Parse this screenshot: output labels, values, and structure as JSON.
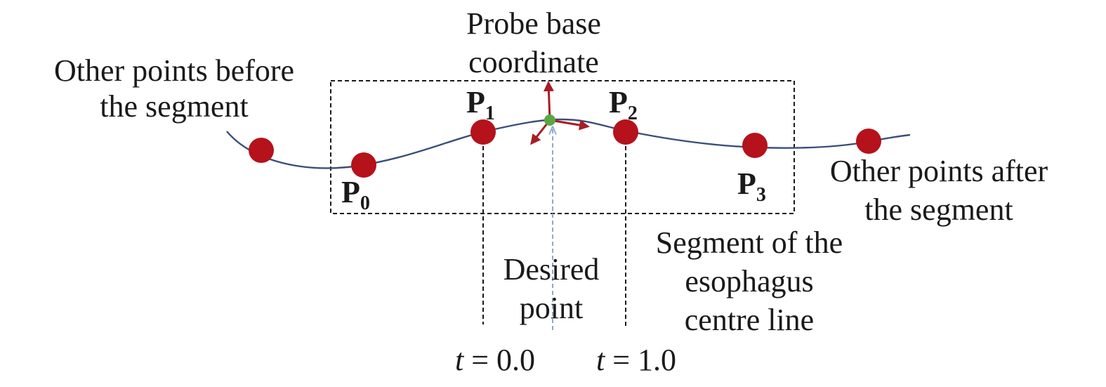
{
  "labels": {
    "before_line1": "Other points before",
    "before_line2": "the segment",
    "probe_line1": "Probe base",
    "probe_line2": "coordinate",
    "after_line1": "Other points after",
    "after_line2": "the segment",
    "segment_line1": "Segment of the",
    "segment_line2": "esophagus",
    "segment_line3": "centre line",
    "desired_line1": "Desired",
    "desired_line2": "point"
  },
  "points": [
    {
      "letter": "P",
      "sub": "0"
    },
    {
      "letter": "P",
      "sub": "1"
    },
    {
      "letter": "P",
      "sub": "2"
    },
    {
      "letter": "P",
      "sub": "3"
    }
  ],
  "params": [
    {
      "var": "t",
      "eq": " = 0.0"
    },
    {
      "var": "t",
      "eq": " = 1.0"
    }
  ],
  "colors": {
    "curve": "#3a4f7a",
    "point": "#b5121b",
    "probe_point": "#5aa843",
    "axis": "#a81c24",
    "desired_arrow": "#8fa9cf",
    "frame": "#1a1a1a"
  }
}
